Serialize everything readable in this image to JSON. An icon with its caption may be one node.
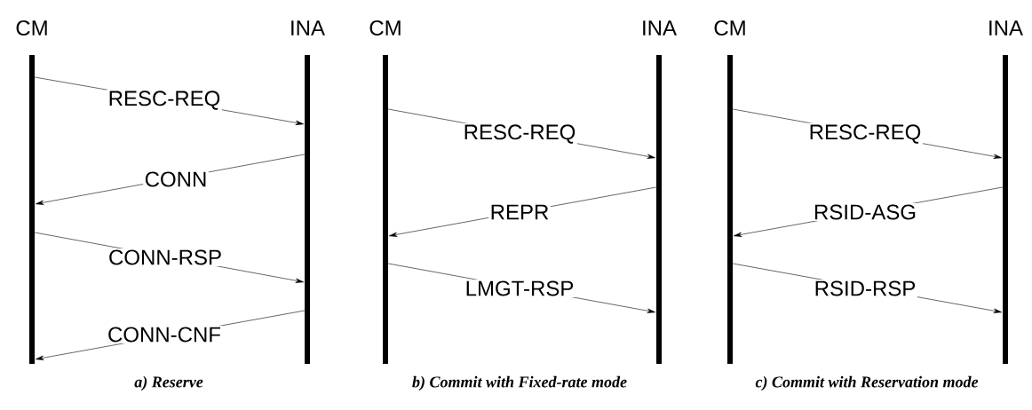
{
  "diagram": {
    "nodes": [
      {
        "text": [
          "CM"
        ]
      },
      {
        "text": [
          "INA"
        ]
      },
      {
        "text": [
          "CM"
        ]
      },
      {
        "text": [
          "INA"
        ]
      },
      {
        "text": [
          "CM"
        ]
      },
      {
        "text": [
          "INA"
        ]
      }
    ],
    "edges": [
      {
        "from": 0,
        "to": 1,
        "arrow": "to",
        "label": "RESC-REQ"
      },
      {
        "from": 1,
        "to": 0,
        "arrow": "to",
        "label": "CONN"
      },
      {
        "from": 0,
        "to": 1,
        "arrow": "to",
        "label": "CONN-RSP"
      },
      {
        "from": 1,
        "to": 0,
        "arrow": "to",
        "label": "CONN-CNF"
      },
      {
        "from": 2,
        "to": 3,
        "arrow": "to",
        "label": "RESC-REQ"
      },
      {
        "from": 3,
        "to": 2,
        "arrow": "to",
        "label": "REPR"
      },
      {
        "from": 2,
        "to": 3,
        "arrow": "to",
        "label": "LMGT-RSP"
      },
      {
        "from": 4,
        "to": 5,
        "arrow": "to",
        "label": "RESC-REQ"
      },
      {
        "from": 5,
        "to": 4,
        "arrow": "to",
        "label": "RSID-ASG"
      },
      {
        "from": 4,
        "to": 5,
        "arrow": "to",
        "label": "RSID-RSP"
      }
    ],
    "labels": [
      "a) Reserve",
      "b) Commit with Fixed-rate mode",
      "c) Commit with Reservation mode"
    ]
  }
}
